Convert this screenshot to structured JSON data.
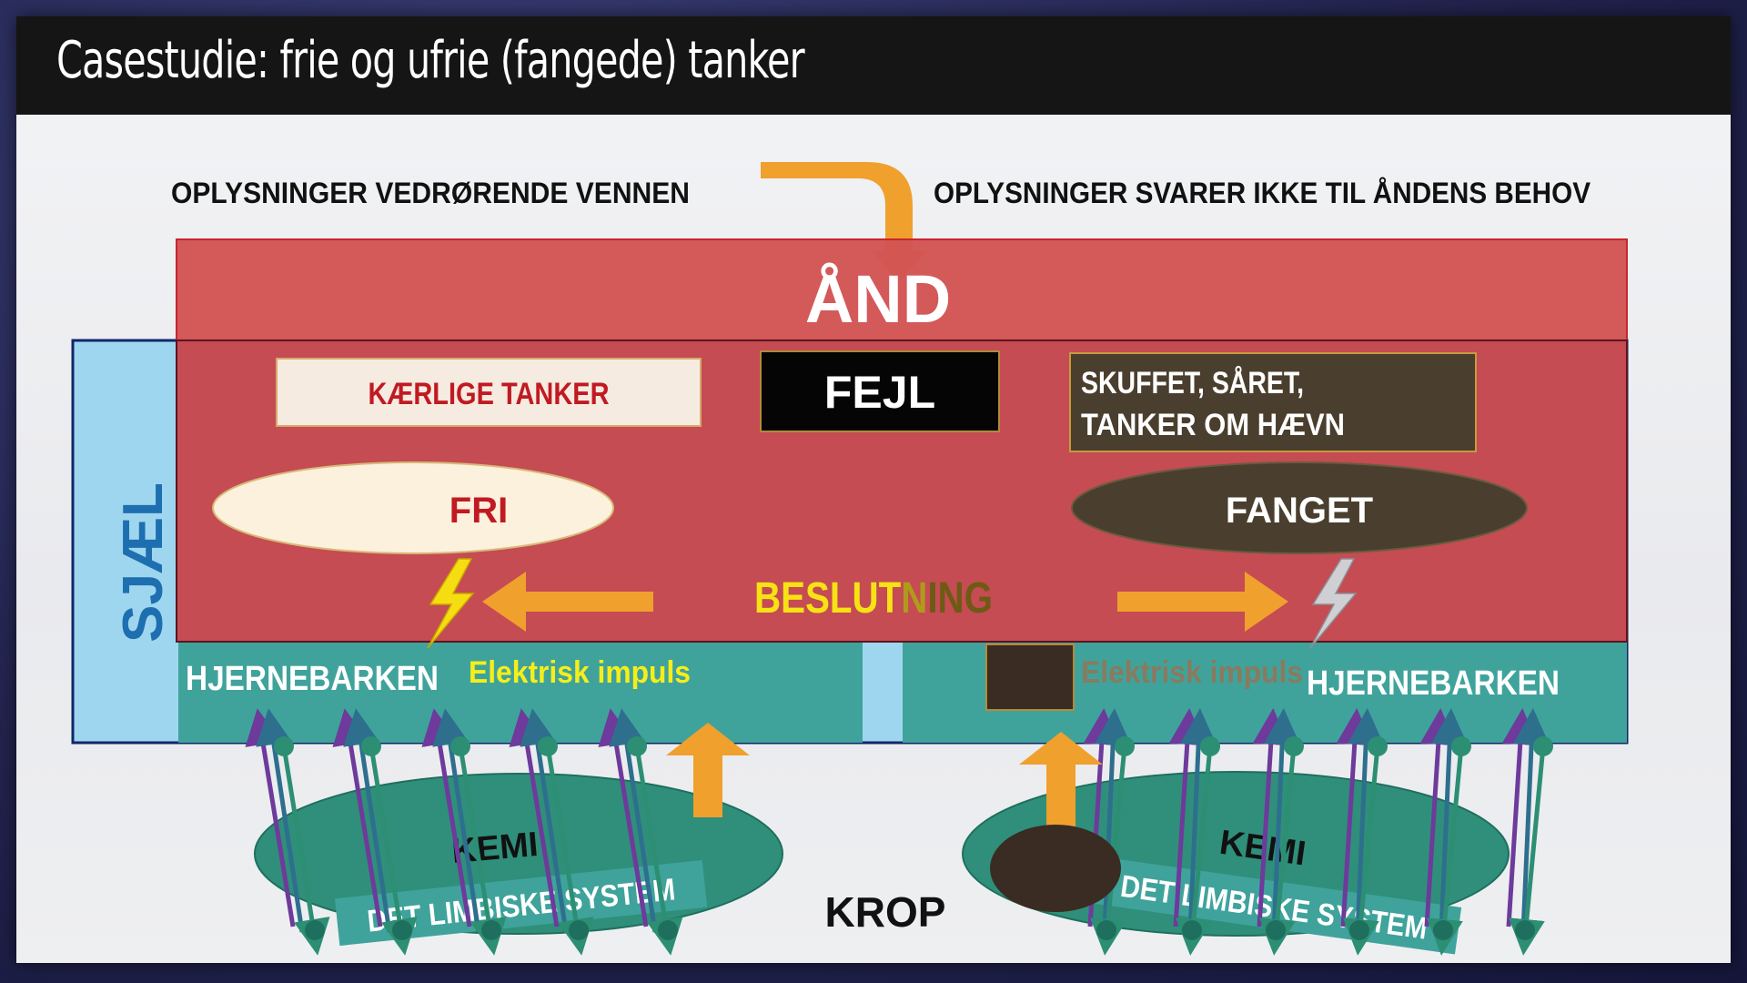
{
  "title": "Casestudie: frie og ufrie (fangede) tanker",
  "top_left_text": "OPLYSNINGER VEDRØRENDE VENNEN",
  "top_right_text": "OPLYSNINGER SVARER IKKE TIL ÅNDENS BEHOV",
  "and_label": "ÅND",
  "sjael_label": "SJÆL",
  "kaerlige_tanker": "KÆRLIGE TANKER",
  "fejl": "FEJL",
  "skuffet_line1": "SKUFFET, SÅRET,",
  "skuffet_line2": "TANKER OM HÆVN",
  "fri": "FRI",
  "fanget": "FANGET",
  "beslutning": {
    "part1": "BESLUT",
    "part2": "N",
    "part3": "ING"
  },
  "left": {
    "cortex": "HJERNEBARKEN",
    "impulse": "Elektrisk impuls",
    "kemi": "KEMI",
    "limbic": "DET LIMBISKE SYSTEM"
  },
  "right": {
    "cortex": "HJERNEBARKEN",
    "impulse": "Elektrisk impuls",
    "kemi": "KEMI",
    "limbic": "DET LIMBISKE SYSTEM"
  },
  "krop": "KROP",
  "colors": {
    "and_red": "#d35454",
    "sjael_blue": "#9fd6ef",
    "teal": "#3fa39c",
    "orange": "#f0a02d",
    "dark_brown": "#4a3f2e",
    "cream": "#fbf1dc",
    "purple": "#6e3a9b",
    "green_arrow": "#2c8f73"
  }
}
